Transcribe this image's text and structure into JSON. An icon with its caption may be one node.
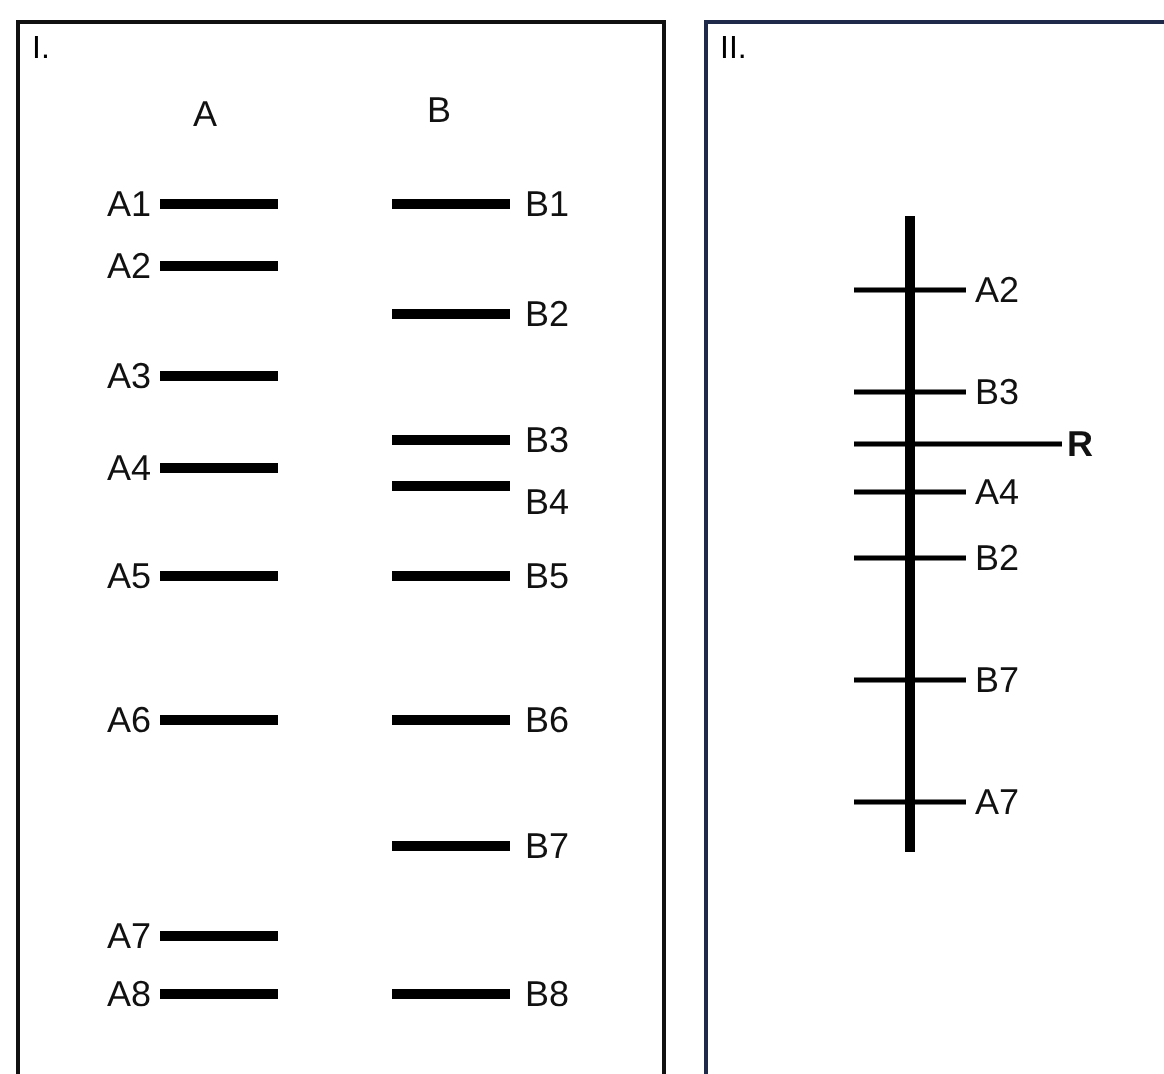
{
  "diagram": {
    "nodes": [
      {
        "text": [
          "I."
        ]
      },
      {
        "text": [
          "II."
        ]
      }
    ],
    "labels": [
      "A",
      "B",
      "A1",
      "B1",
      "A2",
      "B2",
      "A3",
      "B3",
      "A4",
      "B4",
      "A5",
      "B5",
      "A6",
      "B6",
      "B7",
      "A7",
      "A8",
      "B8",
      "A2",
      "B3",
      "R",
      "A4",
      "B2",
      "B7",
      "A7"
    ]
  }
}
